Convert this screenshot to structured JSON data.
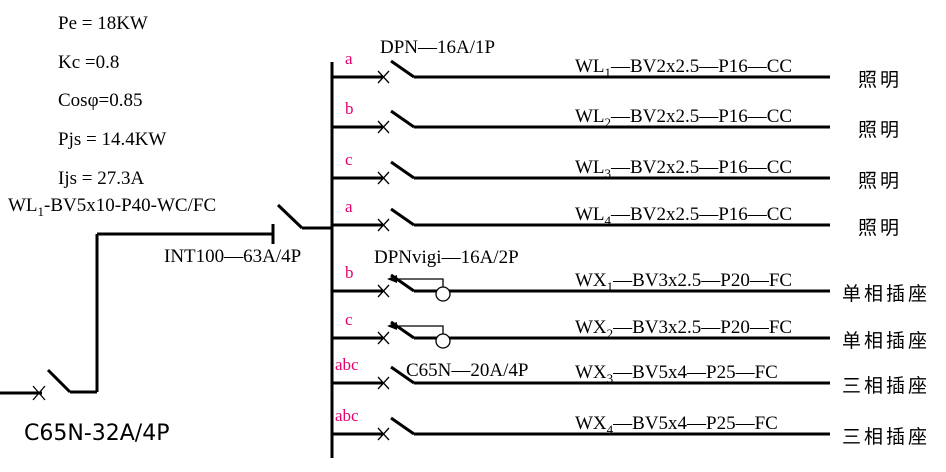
{
  "params": {
    "pe": "Pe = 18KW",
    "kc": "Kc =0.8",
    "cos": "Cosφ=0.85",
    "pjs": "Pjs = 14.4KW",
    "ijs": "Ijs = 27.3A"
  },
  "incoming": {
    "cable_pre": "WL",
    "cable_sub": "1",
    "cable_post": "-BV5x10-P40-WC/FC",
    "main_switch": "INT100—63A/4P",
    "upstream_breaker": "C65N-32A/4P"
  },
  "device_labels": {
    "dpn": "DPN—16A/1P",
    "dpnvigi": "DPNvigi—16A/2P",
    "c65n": "C65N—20A/4P"
  },
  "circuits": [
    {
      "phase": "a",
      "pre": "WL",
      "sub": "1",
      "post": "—BV2x2.5—P16—CC",
      "use": "照明"
    },
    {
      "phase": "b",
      "pre": "WL",
      "sub": "2",
      "post": "—BV2x2.5—P16—CC",
      "use": "照明"
    },
    {
      "phase": "c",
      "pre": "WL",
      "sub": "3",
      "post": "—BV2x2.5—P16—CC",
      "use": "照明"
    },
    {
      "phase": "a",
      "pre": "WL",
      "sub": "4",
      "post": "—BV2x2.5—P16—CC",
      "use": "照明"
    },
    {
      "phase": "b",
      "pre": "WX",
      "sub": "1",
      "post": "—BV3x2.5—P20—FC",
      "use": "单相插座"
    },
    {
      "phase": "c",
      "pre": "WX",
      "sub": "2",
      "post": "—BV3x2.5—P20—FC",
      "use": "单相插座"
    },
    {
      "phase": "abc",
      "pre": "WX",
      "sub": "3",
      "post": "—BV5x4—P25—FC",
      "use": "三相插座"
    },
    {
      "phase": "abc",
      "pre": "WX",
      "sub": "4",
      "post": "—BV5x4—P25—FC",
      "use": "三相插座"
    }
  ],
  "colors": {
    "phase_label": "#e8006e",
    "line": "#000000"
  }
}
